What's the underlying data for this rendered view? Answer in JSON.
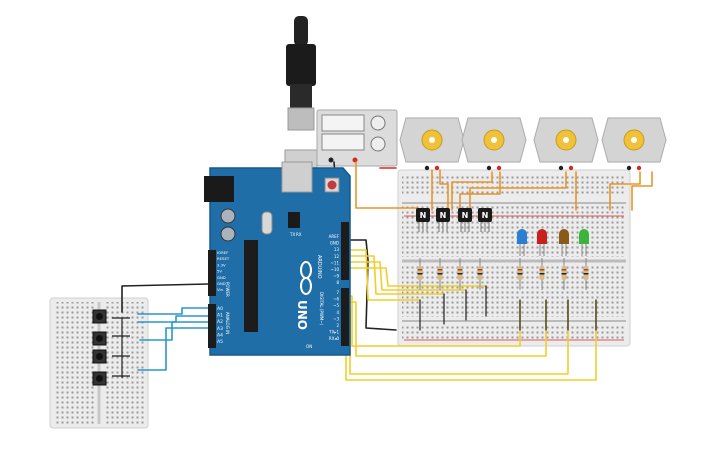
{
  "canvas": {
    "background": "#ffffff"
  },
  "colors": {
    "arduino": "#1f6ea8",
    "arduino_dark": "#17598a",
    "breadboard": "#ececec",
    "wire_yellow": "#f2cd2b",
    "wire_orange": "#e8952a",
    "wire_blue": "#2a97c9",
    "wire_black": "#222222",
    "wire_red": "#d42a20",
    "motor_body": "#d4d4d4",
    "motor_gear": "#f0c23a",
    "resistor": "#d9b98a"
  },
  "arduino": {
    "brand": "ARDUINO",
    "model": "UNO",
    "power_header": "POWER",
    "analog_header": "ANALOG IN",
    "digital_header": "DIGITAL (PWM~)",
    "power_pins": [
      "IOREF",
      "RESET",
      "3.3V",
      "5V",
      "GND",
      "GND",
      "Vin"
    ],
    "analog_pins": [
      "A0",
      "A1",
      "A2",
      "A3",
      "A4",
      "A5"
    ],
    "digital_top": [
      "AREF",
      "GND",
      "13",
      "12",
      "~11",
      "~10",
      "~9",
      "8"
    ],
    "digital_bottom": [
      "7",
      "~6",
      "~5",
      "4",
      "~3",
      "2",
      "TX▸1",
      "RX◂0"
    ],
    "led_labels": [
      "TX",
      "RX"
    ],
    "on_label": "ON"
  },
  "transistors": [
    {
      "label": "N"
    },
    {
      "label": "N"
    },
    {
      "label": "N"
    },
    {
      "label": "N"
    }
  ],
  "motors": [
    {
      "name": "motor-1"
    },
    {
      "name": "motor-2"
    },
    {
      "name": "motor-3"
    },
    {
      "name": "motor-4"
    }
  ],
  "leds": [
    {
      "color": "#2a7fd4"
    },
    {
      "color": "#c8201c"
    },
    {
      "color": "#8a5a1a"
    },
    {
      "color": "#3cb43c"
    }
  ],
  "buttons": [
    {
      "name": "button-1"
    },
    {
      "name": "button-2"
    },
    {
      "name": "button-3"
    },
    {
      "name": "button-4"
    }
  ]
}
